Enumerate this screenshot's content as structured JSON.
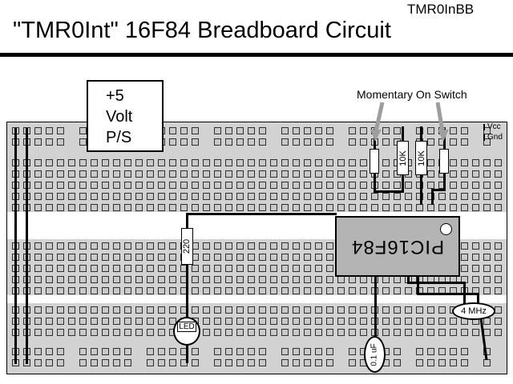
{
  "header": {
    "corner_label": "TMR0InBB",
    "title": "\"TMR0Int\" 16F84 Breadboard Circuit"
  },
  "power_supply": {
    "line1": "+5",
    "line2": "Volt",
    "line3": "P/S"
  },
  "labels": {
    "switch": "Momentary On Switch",
    "vcc": "Vcc",
    "gnd": "Gnd"
  },
  "components": {
    "resistor_pullup_1": "10K",
    "resistor_pullup_2": "10K",
    "resistor_led": "220",
    "chip": "PIC16F84",
    "led": "LED",
    "capacitor": "0.1 uF",
    "oscillator": "4 MHz"
  },
  "colors": {
    "board": "#d2d2d2",
    "chip_body": "#b4b4b4",
    "wire": "#000000",
    "arrow": "#9e9e9e"
  }
}
